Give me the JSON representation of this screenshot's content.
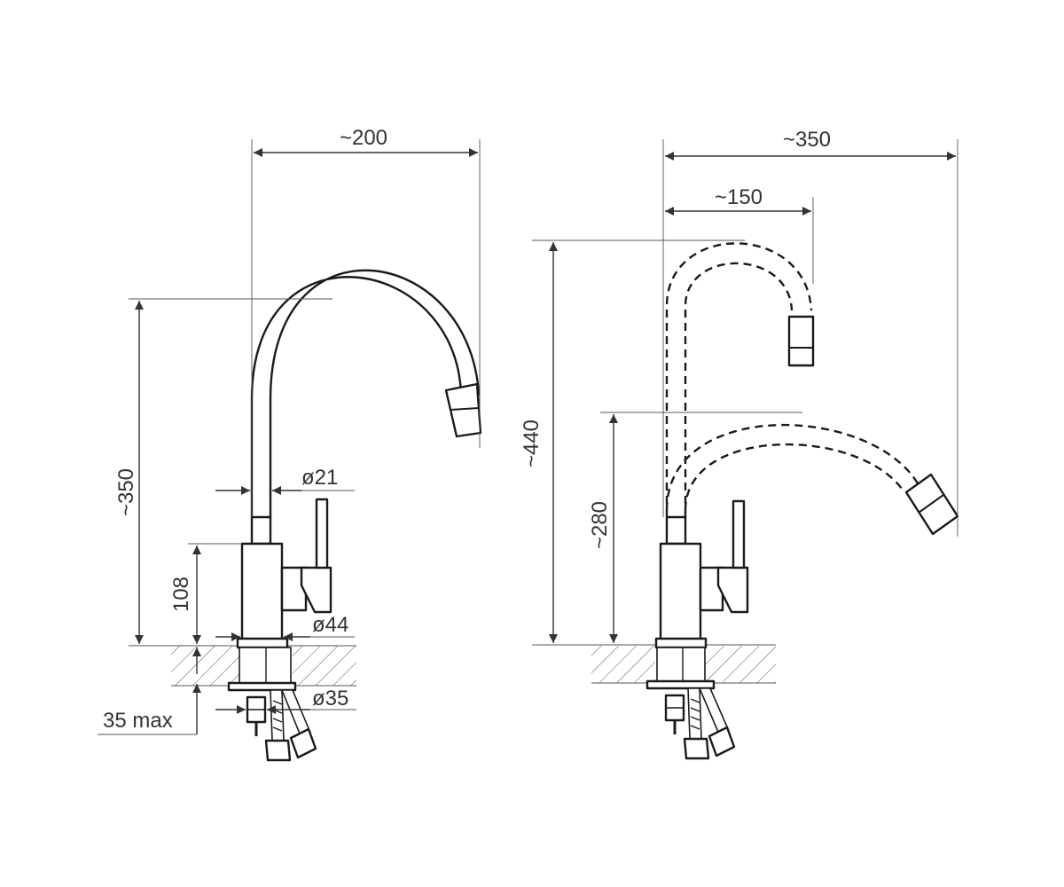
{
  "left_view": {
    "width_label": "~200",
    "height_label": "~350",
    "body_height_label": "108",
    "spout_diameter_label": "ø21",
    "body_diameter_label": "ø44",
    "mount_diameter_label": "ø35",
    "counter_thickness_label": "35 max"
  },
  "right_view": {
    "width_label": "~350",
    "pull_label": "~150",
    "max_height_label": "~440",
    "min_height_label": "~280"
  }
}
